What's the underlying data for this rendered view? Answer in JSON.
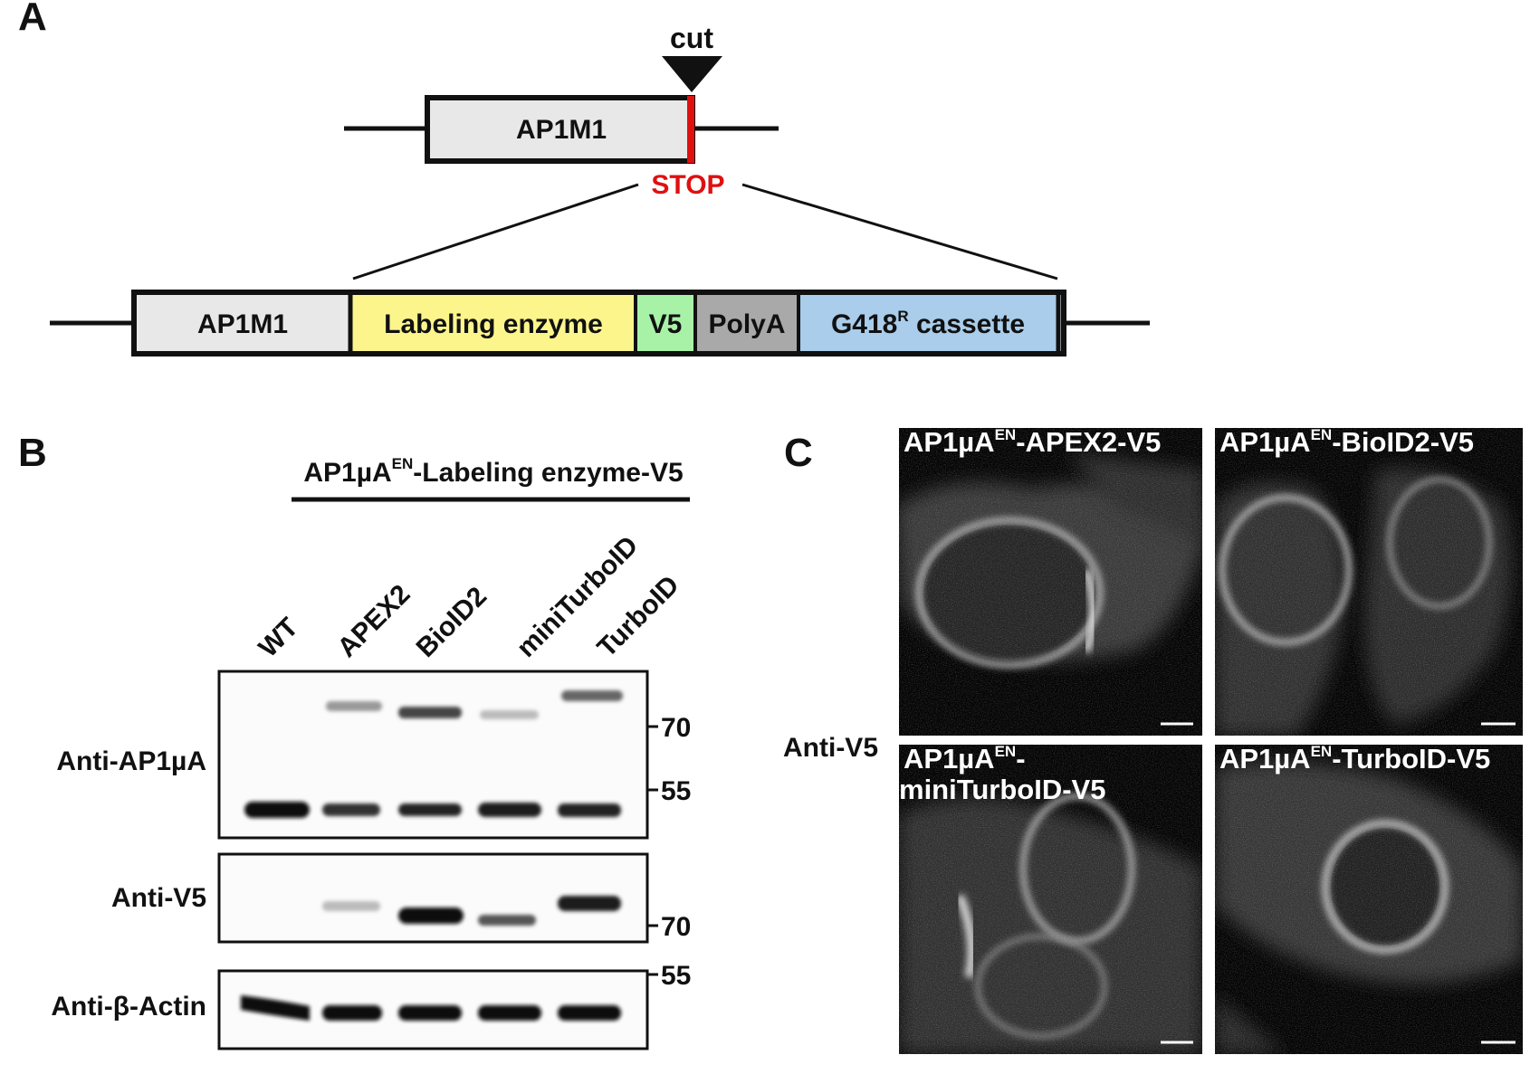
{
  "panels": {
    "a": "A",
    "b": "B",
    "c": "C"
  },
  "panel_a": {
    "cut_label": "cut",
    "gene_top": "AP1M1",
    "stop_label": "STOP",
    "construct": [
      {
        "label": "AP1M1",
        "color": "#e8e8e8"
      },
      {
        "label": "Labeling enzyme",
        "color": "#fbf58c"
      },
      {
        "label": "V5",
        "color": "#a8f2a8"
      },
      {
        "label": "PolyA",
        "color": "#a9a9a9"
      },
      {
        "label": "G418",
        "sup": "R",
        "tail": " cassette",
        "color": "#a9cdea"
      }
    ],
    "stop_color": "#e01010"
  },
  "panel_b": {
    "group_title": {
      "pre": "AP1µA",
      "sup": "EN",
      "post": "-Labeling enzyme-V5"
    },
    "lanes": [
      "WT",
      "APEX2",
      "BioID2",
      "miniTurboID",
      "TurboID"
    ],
    "blots": [
      {
        "label": "Anti-AP1µA",
        "markers": [
          "70",
          "55"
        ]
      },
      {
        "label": "Anti-V5",
        "markers": [
          "70"
        ]
      },
      {
        "label": "Anti-β-Actin",
        "markers": [
          "55"
        ]
      }
    ]
  },
  "panel_c": {
    "side_label": "Anti-V5",
    "images": [
      {
        "pre": "AP1µA",
        "sup": "EN",
        "post": "-APEX2-V5"
      },
      {
        "pre": "AP1µA",
        "sup": "EN",
        "post": "-BioID2-V5"
      },
      {
        "pre": "AP1µA",
        "sup": "EN",
        "post": "-",
        "line2": "miniTurboID-V5"
      },
      {
        "pre": "AP1µA",
        "sup": "EN",
        "post": "-TurboID-V5"
      }
    ]
  }
}
